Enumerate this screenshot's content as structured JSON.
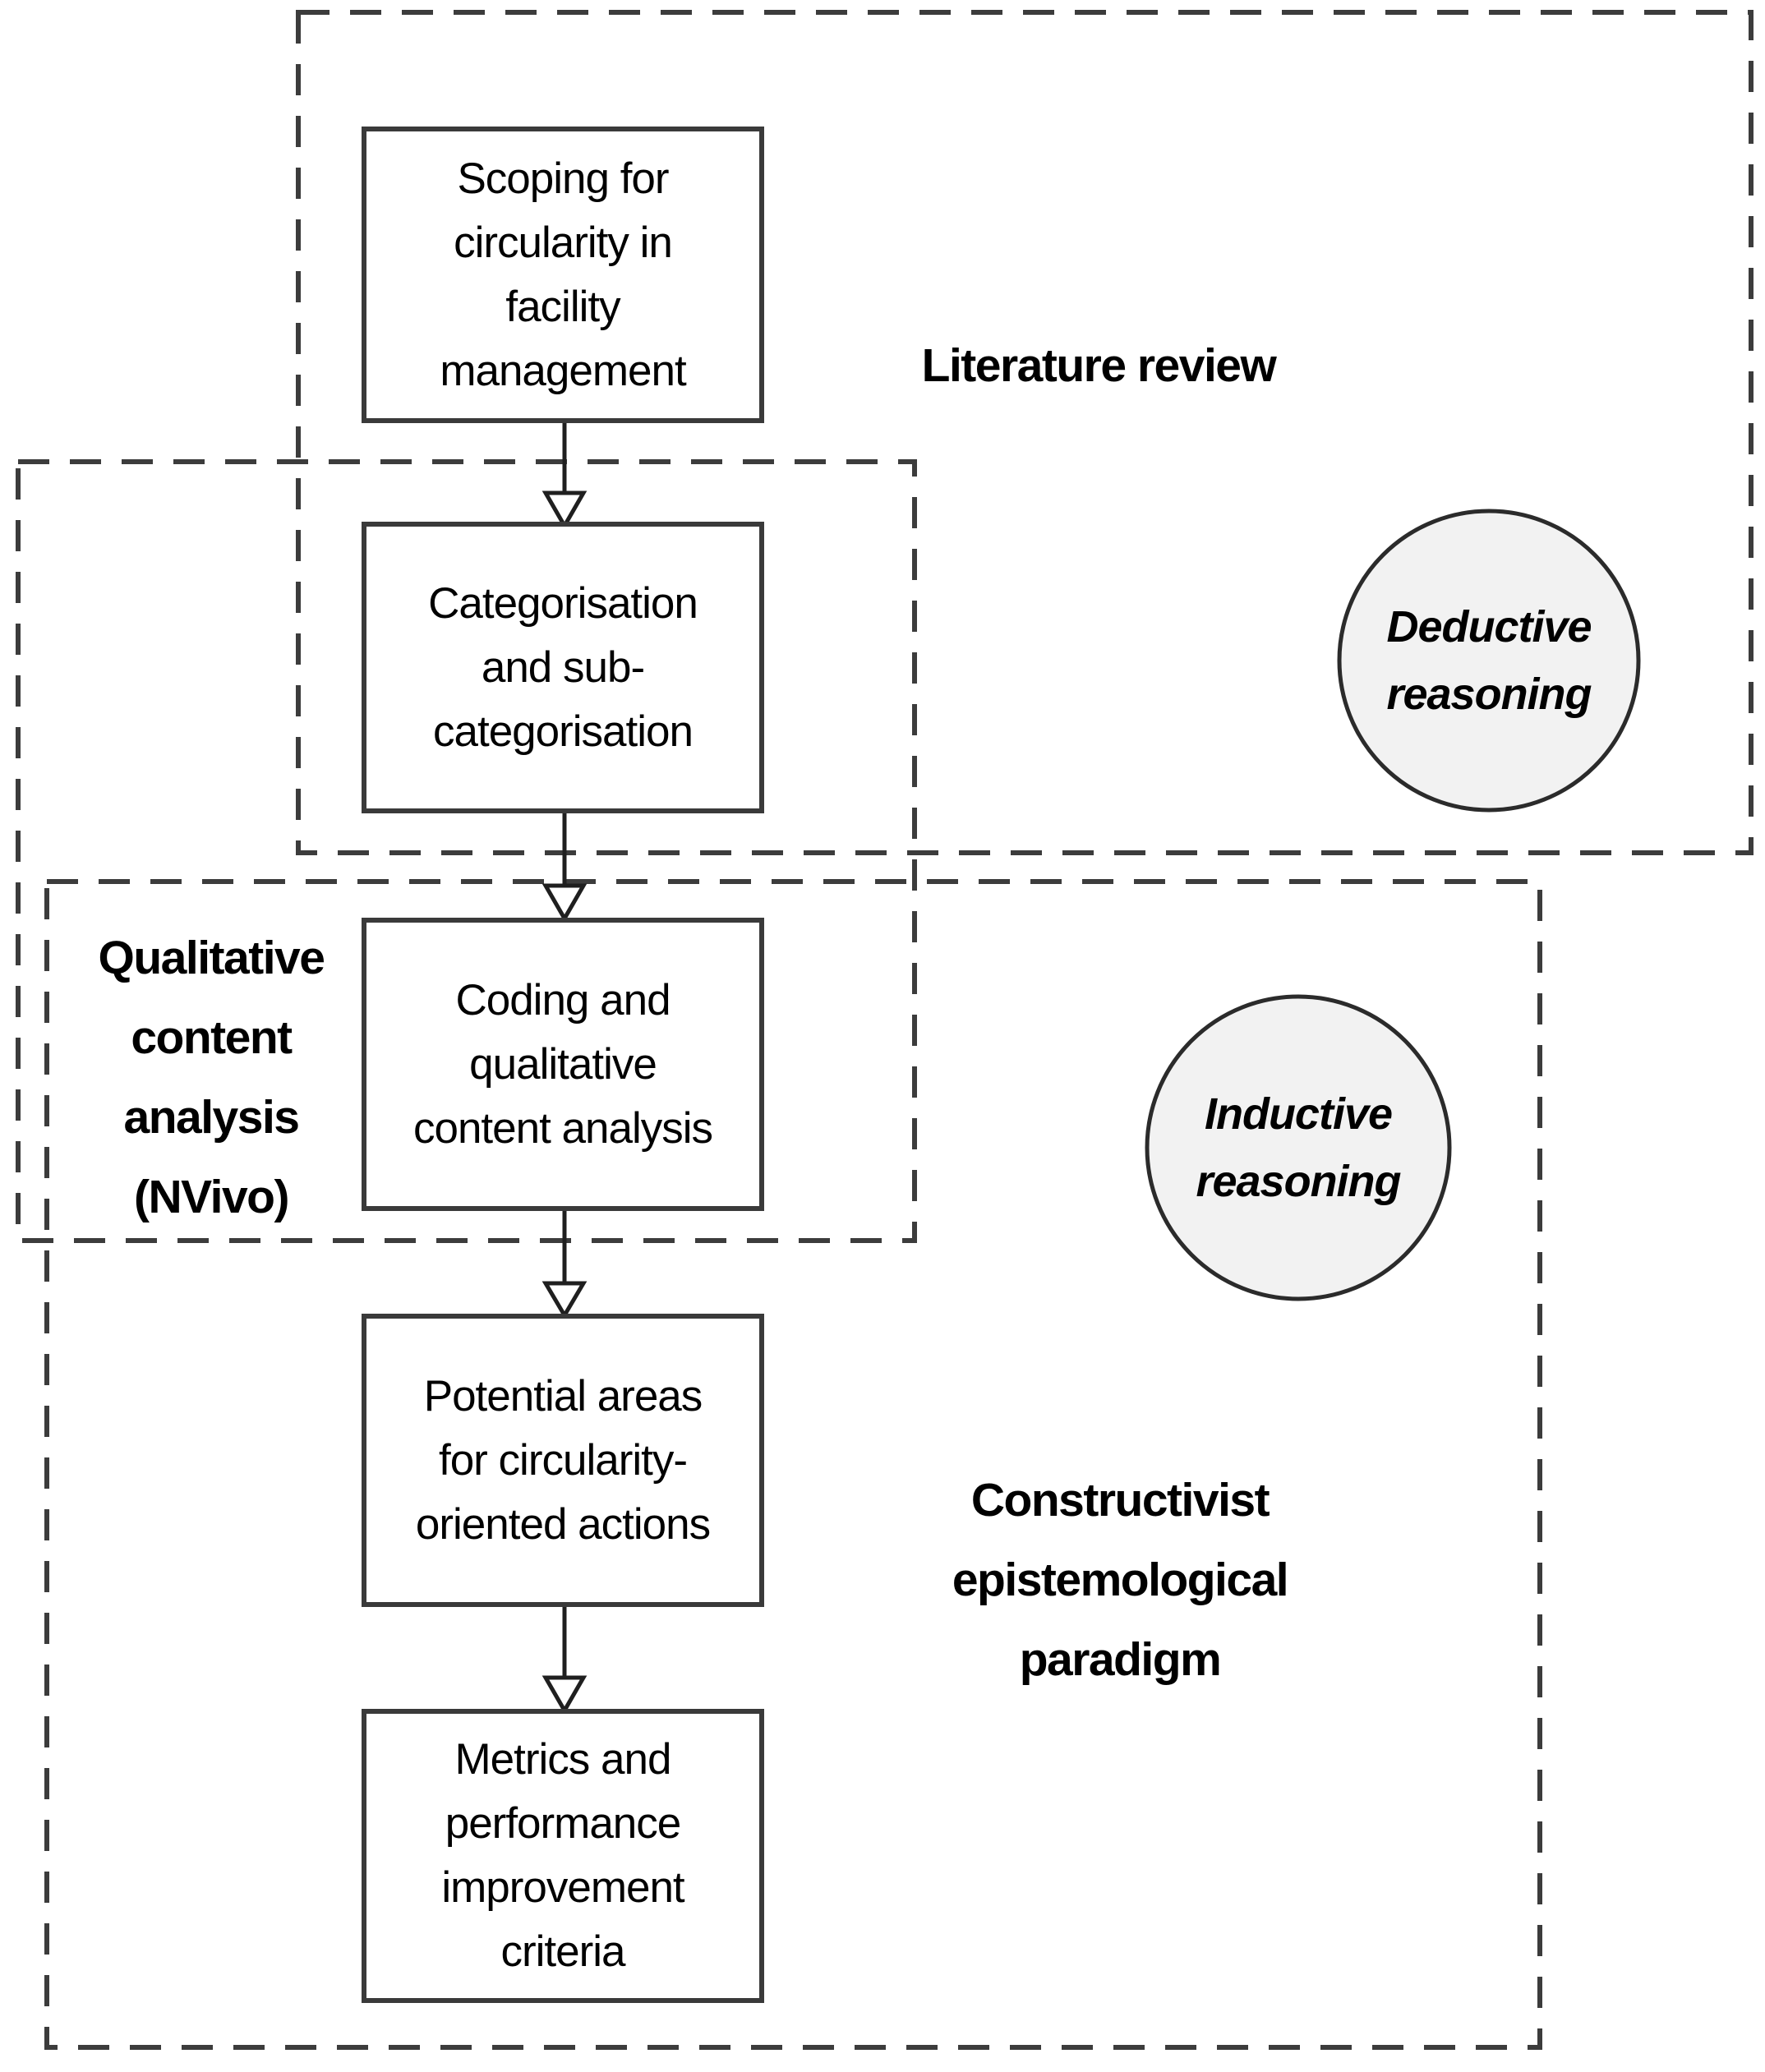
{
  "diagram": {
    "regions": [
      {
        "id": "literature-review",
        "label": "Literature review"
      },
      {
        "id": "qualitative-content-analysis",
        "label": "Qualitative\ncontent\nanalysis\n(NVivo)"
      },
      {
        "id": "constructivist-paradigm",
        "label": "Constructivist\nepistemological\nparadigm"
      }
    ],
    "steps": [
      {
        "id": "scoping",
        "label": "Scoping for\ncircularity in\nfacility\nmanagement"
      },
      {
        "id": "categorisation",
        "label": "Categorisation\nand sub-\ncategorisation"
      },
      {
        "id": "coding",
        "label": "Coding and\nqualitative\ncontent analysis"
      },
      {
        "id": "potential-areas",
        "label": "Potential areas\nfor circularity-\noriented actions"
      },
      {
        "id": "metrics",
        "label": "Metrics and\nperformance\nimprovement\ncriteria"
      }
    ],
    "reasoning": [
      {
        "id": "deductive",
        "label": "Deductive\nreasoning"
      },
      {
        "id": "inductive",
        "label": "Inductive\nreasoning"
      }
    ],
    "arrows": [
      {
        "from": "scoping",
        "to": "categorisation"
      },
      {
        "from": "categorisation",
        "to": "coding"
      },
      {
        "from": "coding",
        "to": "potential-areas"
      },
      {
        "from": "potential-areas",
        "to": "metrics"
      }
    ],
    "colors": {
      "background": "#ffffff",
      "box_fill": "#ffffff",
      "box_stroke": "#3a3a3a",
      "dashed_stroke": "#3c3c3c",
      "circle_fill": "#f2f2f2",
      "circle_stroke": "#2b2b2b",
      "arrow_stroke": "#1f1f1f",
      "text": "#000000"
    }
  }
}
